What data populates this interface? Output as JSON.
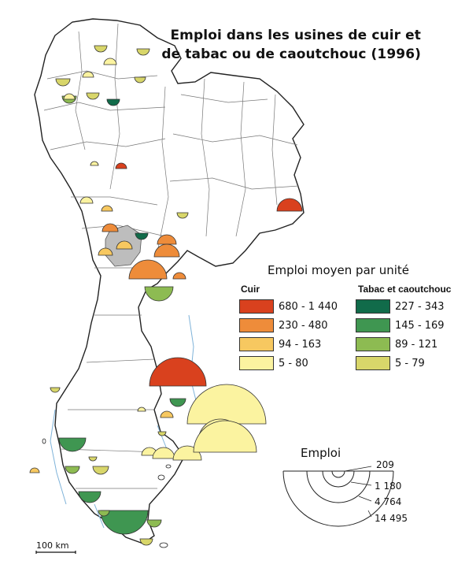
{
  "title": {
    "line1": "Emploi dans les usines de cuir et",
    "line2": "de tabac ou de caoutchouc (1996)"
  },
  "legend": {
    "title": "Emploi moyen par unité",
    "cuir": {
      "heading": "Cuir",
      "classes": [
        {
          "label": "680 - 1 440",
          "color": "#d9411e"
        },
        {
          "label": "230 - 480",
          "color": "#ee8c3a"
        },
        {
          "label": "94 - 163",
          "color": "#f7c860"
        },
        {
          "label": "5 - 80",
          "color": "#fbf3a0"
        }
      ]
    },
    "tabac": {
      "heading": "Tabac et caoutchouc",
      "classes": [
        {
          "label": "227 - 343",
          "color": "#116b4a"
        },
        {
          "label": "145 - 169",
          "color": "#3f9651"
        },
        {
          "label": "89 - 121",
          "color": "#8dbb52"
        },
        {
          "label": "5 - 79",
          "color": "#d8d66a"
        }
      ]
    }
  },
  "size_legend": {
    "title": "Emploi",
    "values": [
      "209",
      "1 180",
      "4 764",
      "14 495"
    ]
  },
  "scale_bar": {
    "label": "100 km"
  },
  "colors": {
    "land": "#ffffff",
    "border": "#222222",
    "province_line": "#777777",
    "water": "#7fb3d9",
    "bangkok_area": "#bdbdbd"
  }
}
